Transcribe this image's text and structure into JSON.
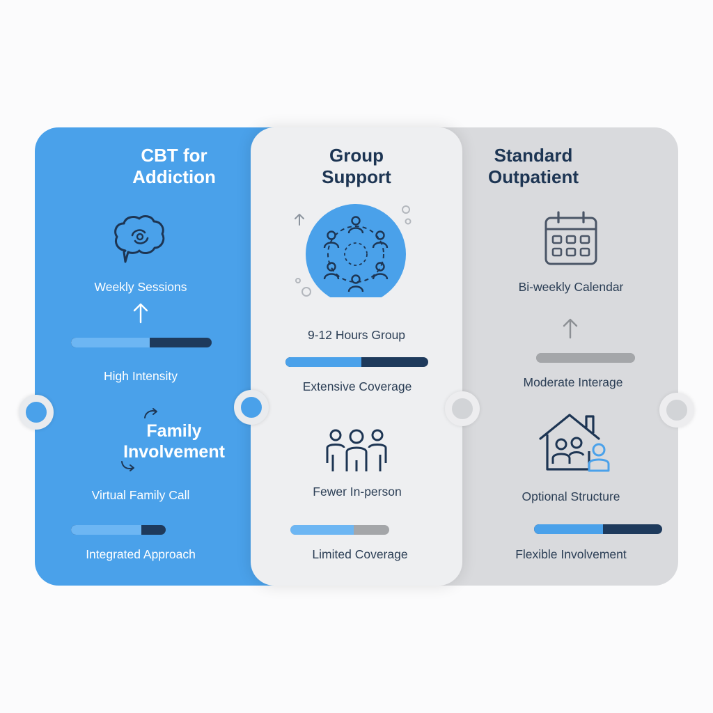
{
  "columns": {
    "cbt": {
      "title_line1": "CBT for",
      "title_line2": "Addiction",
      "icon": "brain-speech-icon",
      "label_sessions": "Weekly Sessions",
      "bar1_fill": 0.56,
      "label_intensity": "High Intensity",
      "subtitle_line1": "Family",
      "subtitle_line2": "Involvement",
      "label_call": "Virtual Family Call",
      "bar2_fill": 0.74,
      "label_approach": "Integrated Approach"
    },
    "group": {
      "title_line1": "Group",
      "title_line2": "Support",
      "icon": "people-circle-icon",
      "label_hours": "9-12 Hours Group",
      "bar1_fill": 0.53,
      "label_coverage": "Extensive Coverage",
      "icon2": "group-people-icon",
      "label_inperson": "Fewer In-person",
      "bar2_fill": 0.64,
      "label_limited": "Limited Coverage"
    },
    "standard": {
      "title_line1": "Standard",
      "title_line2": "Outpatient",
      "icon": "calendar-icon",
      "label_calendar": "Bi-weekly Calendar",
      "bar1_fill": 1.0,
      "label_interage": "Moderate Interage",
      "icon2": "house-family-icon",
      "label_structure": "Optional Structure",
      "bar2_fill": 0.54,
      "label_flexible": "Flexible Involvement"
    }
  },
  "colors": {
    "accent_blue": "#4aa1ea",
    "bar_light_blue": "#6db6f3",
    "bar_dark_navy": "#1e3a5c",
    "bar_grey": "#a4a6a9",
    "text_navy": "#1d3553"
  }
}
